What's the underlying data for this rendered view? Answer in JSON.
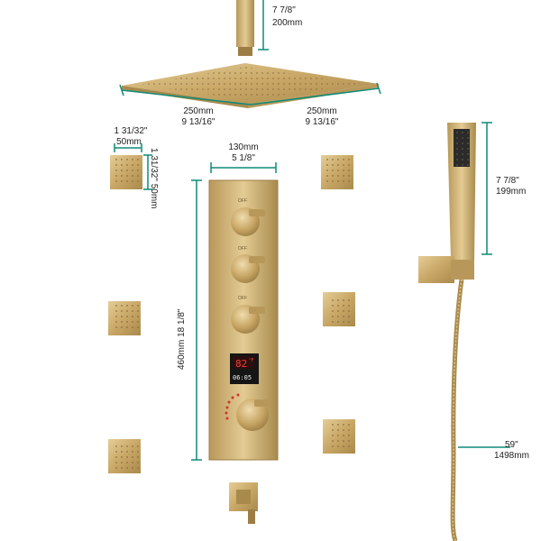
{
  "colors": {
    "brass": "#c9a766",
    "brass_dark": "#a88a4c",
    "brass_light": "#e2c991",
    "dimension_line": "#0f8a78",
    "display_bg": "#151515"
  },
  "dimensions": {
    "arm_height_in": "7 7/8\"",
    "arm_height_mm": "200mm",
    "head_left_mm": "250mm",
    "head_left_in": "9 13/16\"",
    "head_right_mm": "250mm",
    "head_right_in": "9 13/16\"",
    "jet_width_in": "1 31/32\"",
    "jet_width_mm": "50mm",
    "jet_height_text": "1 31/32\" 50mm",
    "panel_width_mm": "130mm",
    "panel_width_in": "5 1/8\"",
    "panel_height_text": "460mm 18 1/8\"",
    "handheld_height_in": "7 7/8\"",
    "handheld_height_mm": "199mm",
    "hose_length_in": "59\"",
    "hose_length_mm": "1498mm"
  },
  "panel": {
    "knob_labels": [
      "OFF",
      "OFF",
      "OFF"
    ],
    "display_temp": "82",
    "display_unit": "°F",
    "display_time": "06:05"
  }
}
